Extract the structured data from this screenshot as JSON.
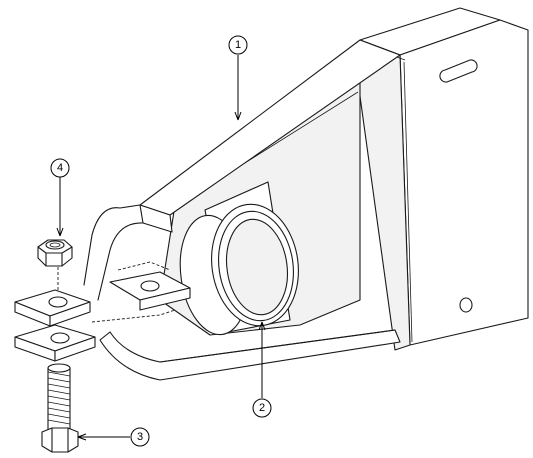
{
  "callouts": [
    {
      "id": "1",
      "label": "1"
    },
    {
      "id": "2",
      "label": "2"
    },
    {
      "id": "3",
      "label": "3"
    },
    {
      "id": "4",
      "label": "4"
    }
  ],
  "colors": {
    "line": "#1a1a1a",
    "fill": "#ffffff",
    "shade": "#f2f2f2"
  }
}
